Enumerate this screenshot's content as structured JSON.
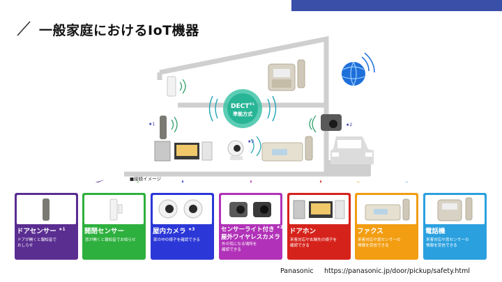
{
  "title": "一般家庭におけるIoT機器",
  "dect": {
    "label": "DECT",
    "note": "※1",
    "subtitle": "準拠方式"
  },
  "markers": {
    "star1": "★1",
    "star2": "★2",
    "star3": "★3"
  },
  "connection_label": "■接続イメージ",
  "footer": {
    "source": "Panasonic",
    "url": "https://panasonic.jp/door/pickup/safety.html"
  },
  "colors": {
    "title_bar": "#3a4fa8",
    "house_line": "#cfcfcf",
    "dect": "#3fc4a8"
  },
  "categories": [
    {
      "title": "ドアセンサー",
      "note": "★1",
      "desc": [
        "ドアが開くと報知音で",
        "おしらせ"
      ],
      "color": "#5a2d91",
      "icon": "door-sensor-icon"
    },
    {
      "title": "開閉センサー",
      "note": "",
      "desc": [
        "窓が開くと報知音でお知らせ"
      ],
      "color": "#2eb03e",
      "icon": "window-sensor-icon"
    },
    {
      "title": "屋内カメラ",
      "note": "★3",
      "desc": [
        "家の中の様子を確認できる"
      ],
      "color": "#2b37d6",
      "icon": "indoor-camera-icon"
    },
    {
      "title": "センサーライト付き",
      "note": "★2",
      "title2": "屋外ワイヤレスカメラ",
      "desc": [
        "外の気になる場所を",
        "確認できる"
      ],
      "color": "#b132b8",
      "icon": "outdoor-camera-icon"
    },
    {
      "title": "ドアホン",
      "note": "",
      "desc": [
        "来客対応や玄関先の様子を",
        "確認できる"
      ],
      "color": "#d5231c",
      "icon": "doorphone-icon"
    },
    {
      "title": "ファクス",
      "note": "",
      "desc": [
        "来客対応や窓センサーの",
        "情報を受信できる"
      ],
      "color": "#f29d12",
      "icon": "fax-icon"
    },
    {
      "title": "電話機",
      "note": "",
      "desc": [
        "来客対応や窓センサーの",
        "情報を受信できる"
      ],
      "color": "#2ba0df",
      "icon": "telephone-icon"
    }
  ]
}
